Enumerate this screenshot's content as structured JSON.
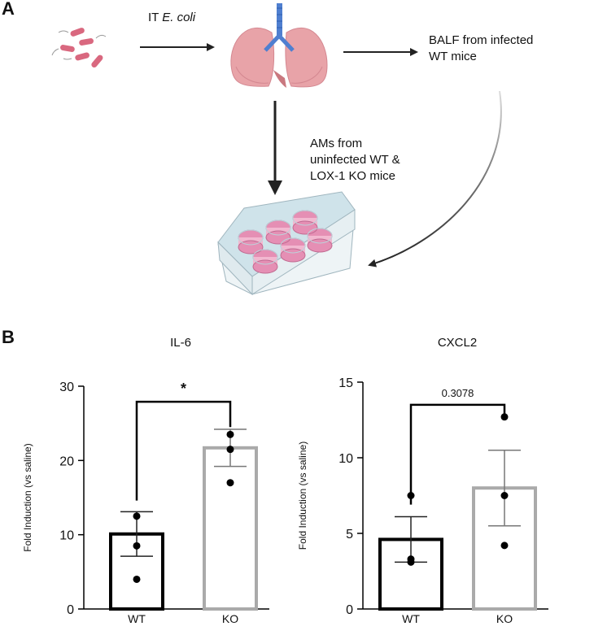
{
  "panel_a": {
    "letter": "A",
    "step_it": "IT",
    "step_it_organism": "E. coli",
    "balf_line1": "BALF from infected",
    "balf_line2": "WT mice",
    "ams_line1": "AMs from",
    "ams_line2": "uninfected WT &",
    "ams_line3": "LOX-1 KO mice",
    "icons": [
      "bacteria-icon",
      "lungs-icon",
      "well-plate-icon"
    ],
    "colors": {
      "bacteria": "#d9687f",
      "lung": "#e8a3a8",
      "airway": "#4f7fd0",
      "plate": "#cfe3ea",
      "well_fill": "#e58fb4"
    }
  },
  "panel_b": {
    "letter": "B",
    "colors": {
      "wt": "#000000",
      "ko": "#aaaaaa",
      "error": "#777777"
    }
  },
  "chart_data": [
    {
      "type": "bar",
      "title": "IL-6",
      "ylabel": "Fold Induction (vs saline)",
      "xlabel": "",
      "categories": [
        "WT",
        "KO"
      ],
      "values": [
        10.1,
        21.7
      ],
      "error_bars": [
        3.0,
        2.5
      ],
      "points": [
        [
          12.5,
          8.5,
          4.0
        ],
        [
          23.5,
          21.5,
          17.0
        ]
      ],
      "ylim": [
        0,
        30
      ],
      "yticks": [
        0,
        10,
        20,
        30
      ],
      "significance": "*"
    },
    {
      "type": "bar",
      "title": "CXCL2",
      "ylabel": "Fold Induction (vs saline)",
      "xlabel": "",
      "categories": [
        "WT",
        "KO"
      ],
      "values": [
        4.6,
        8.0
      ],
      "error_bars": [
        1.5,
        2.5
      ],
      "points": [
        [
          7.5,
          3.3,
          3.1
        ],
        [
          12.7,
          7.5,
          4.2
        ]
      ],
      "ylim": [
        0,
        15
      ],
      "yticks": [
        0,
        5,
        10,
        15
      ],
      "significance": "0.3078"
    }
  ]
}
